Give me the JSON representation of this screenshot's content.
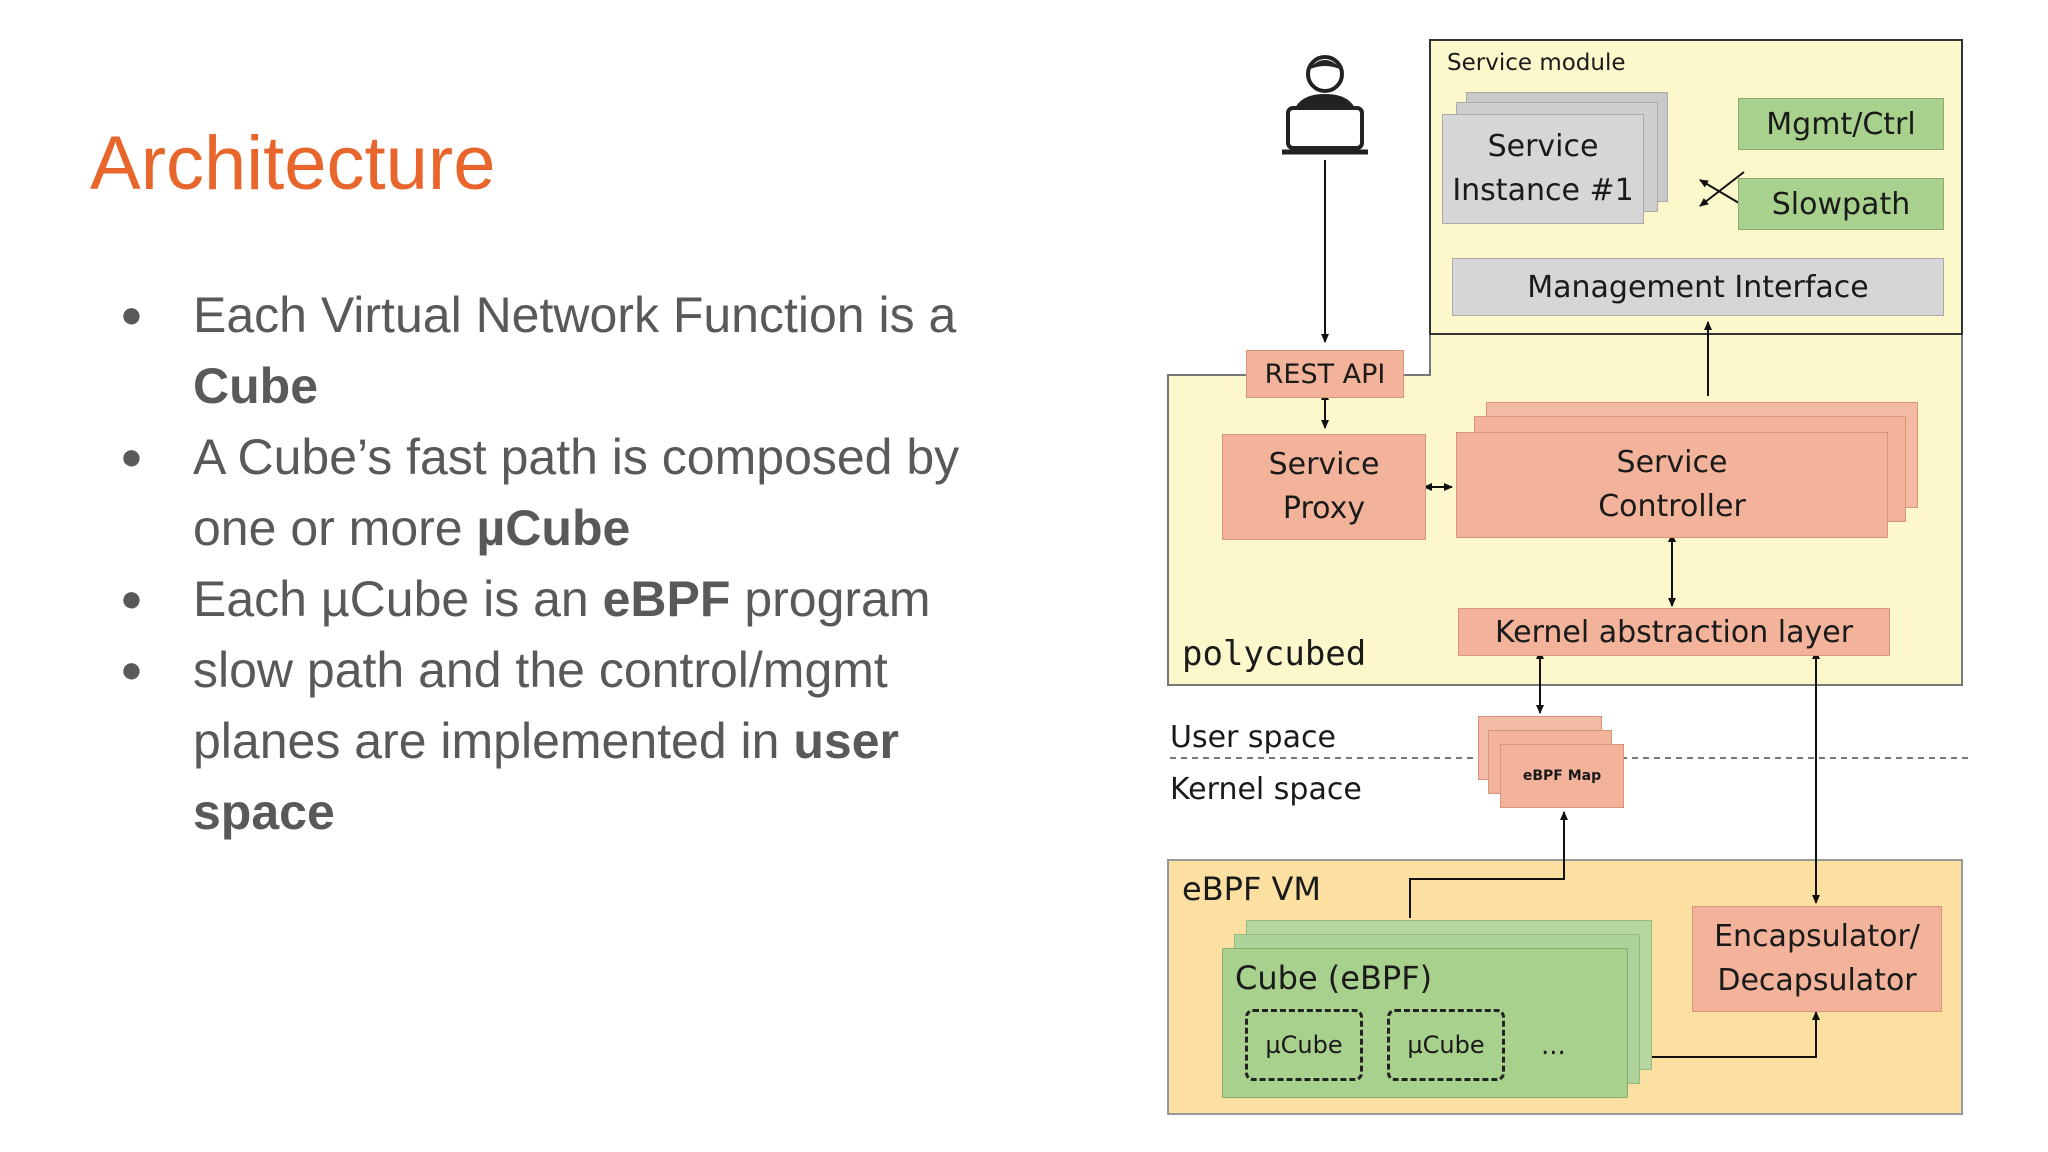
{
  "slide": {
    "title": "Architecture",
    "bullets": [
      {
        "parts": [
          "Each Virtual Network Function is a ",
          "Cube",
          ""
        ]
      },
      {
        "parts": [
          "A Cube’s fast path is composed by one or more ",
          "µCube",
          ""
        ]
      },
      {
        "parts": [
          "Each µCube is an ",
          "eBPF",
          " program"
        ]
      },
      {
        "parts": [
          "slow path and the control/mgmt planes are implemented in ",
          "user space",
          ""
        ]
      }
    ]
  },
  "diagram": {
    "service_module_label": "Service module",
    "service_instance": "Service\nInstance #1",
    "mgmt_ctrl": "Mgmt/Ctrl",
    "slowpath": "Slowpath",
    "management_interface": "Management Interface",
    "rest_api": "REST API",
    "service_proxy": "Service\nProxy",
    "service_controller": "Service\nController",
    "kernel_abstraction_layer": "Kernel abstraction layer",
    "polycubed": "polycubed",
    "user_space": "User space",
    "kernel_space": "Kernel space",
    "ebpf_map": "eBPF Map",
    "ebpf_vm": "eBPF VM",
    "cube_ebpf": "Cube (eBPF)",
    "ucube_1": "µCube",
    "ucube_2": "µCube",
    "ellipsis": "...",
    "encapsulator": "Encapsulator/\nDecapsulator",
    "colors": {
      "polycubed_bg": "#fdf7cc",
      "ebpf_vm_bg": "#fbe0a1",
      "salmon": "#f2b39a",
      "gray": "#d6d6d6",
      "green": "#a9d18e",
      "title_orange": "#e8652b"
    }
  }
}
